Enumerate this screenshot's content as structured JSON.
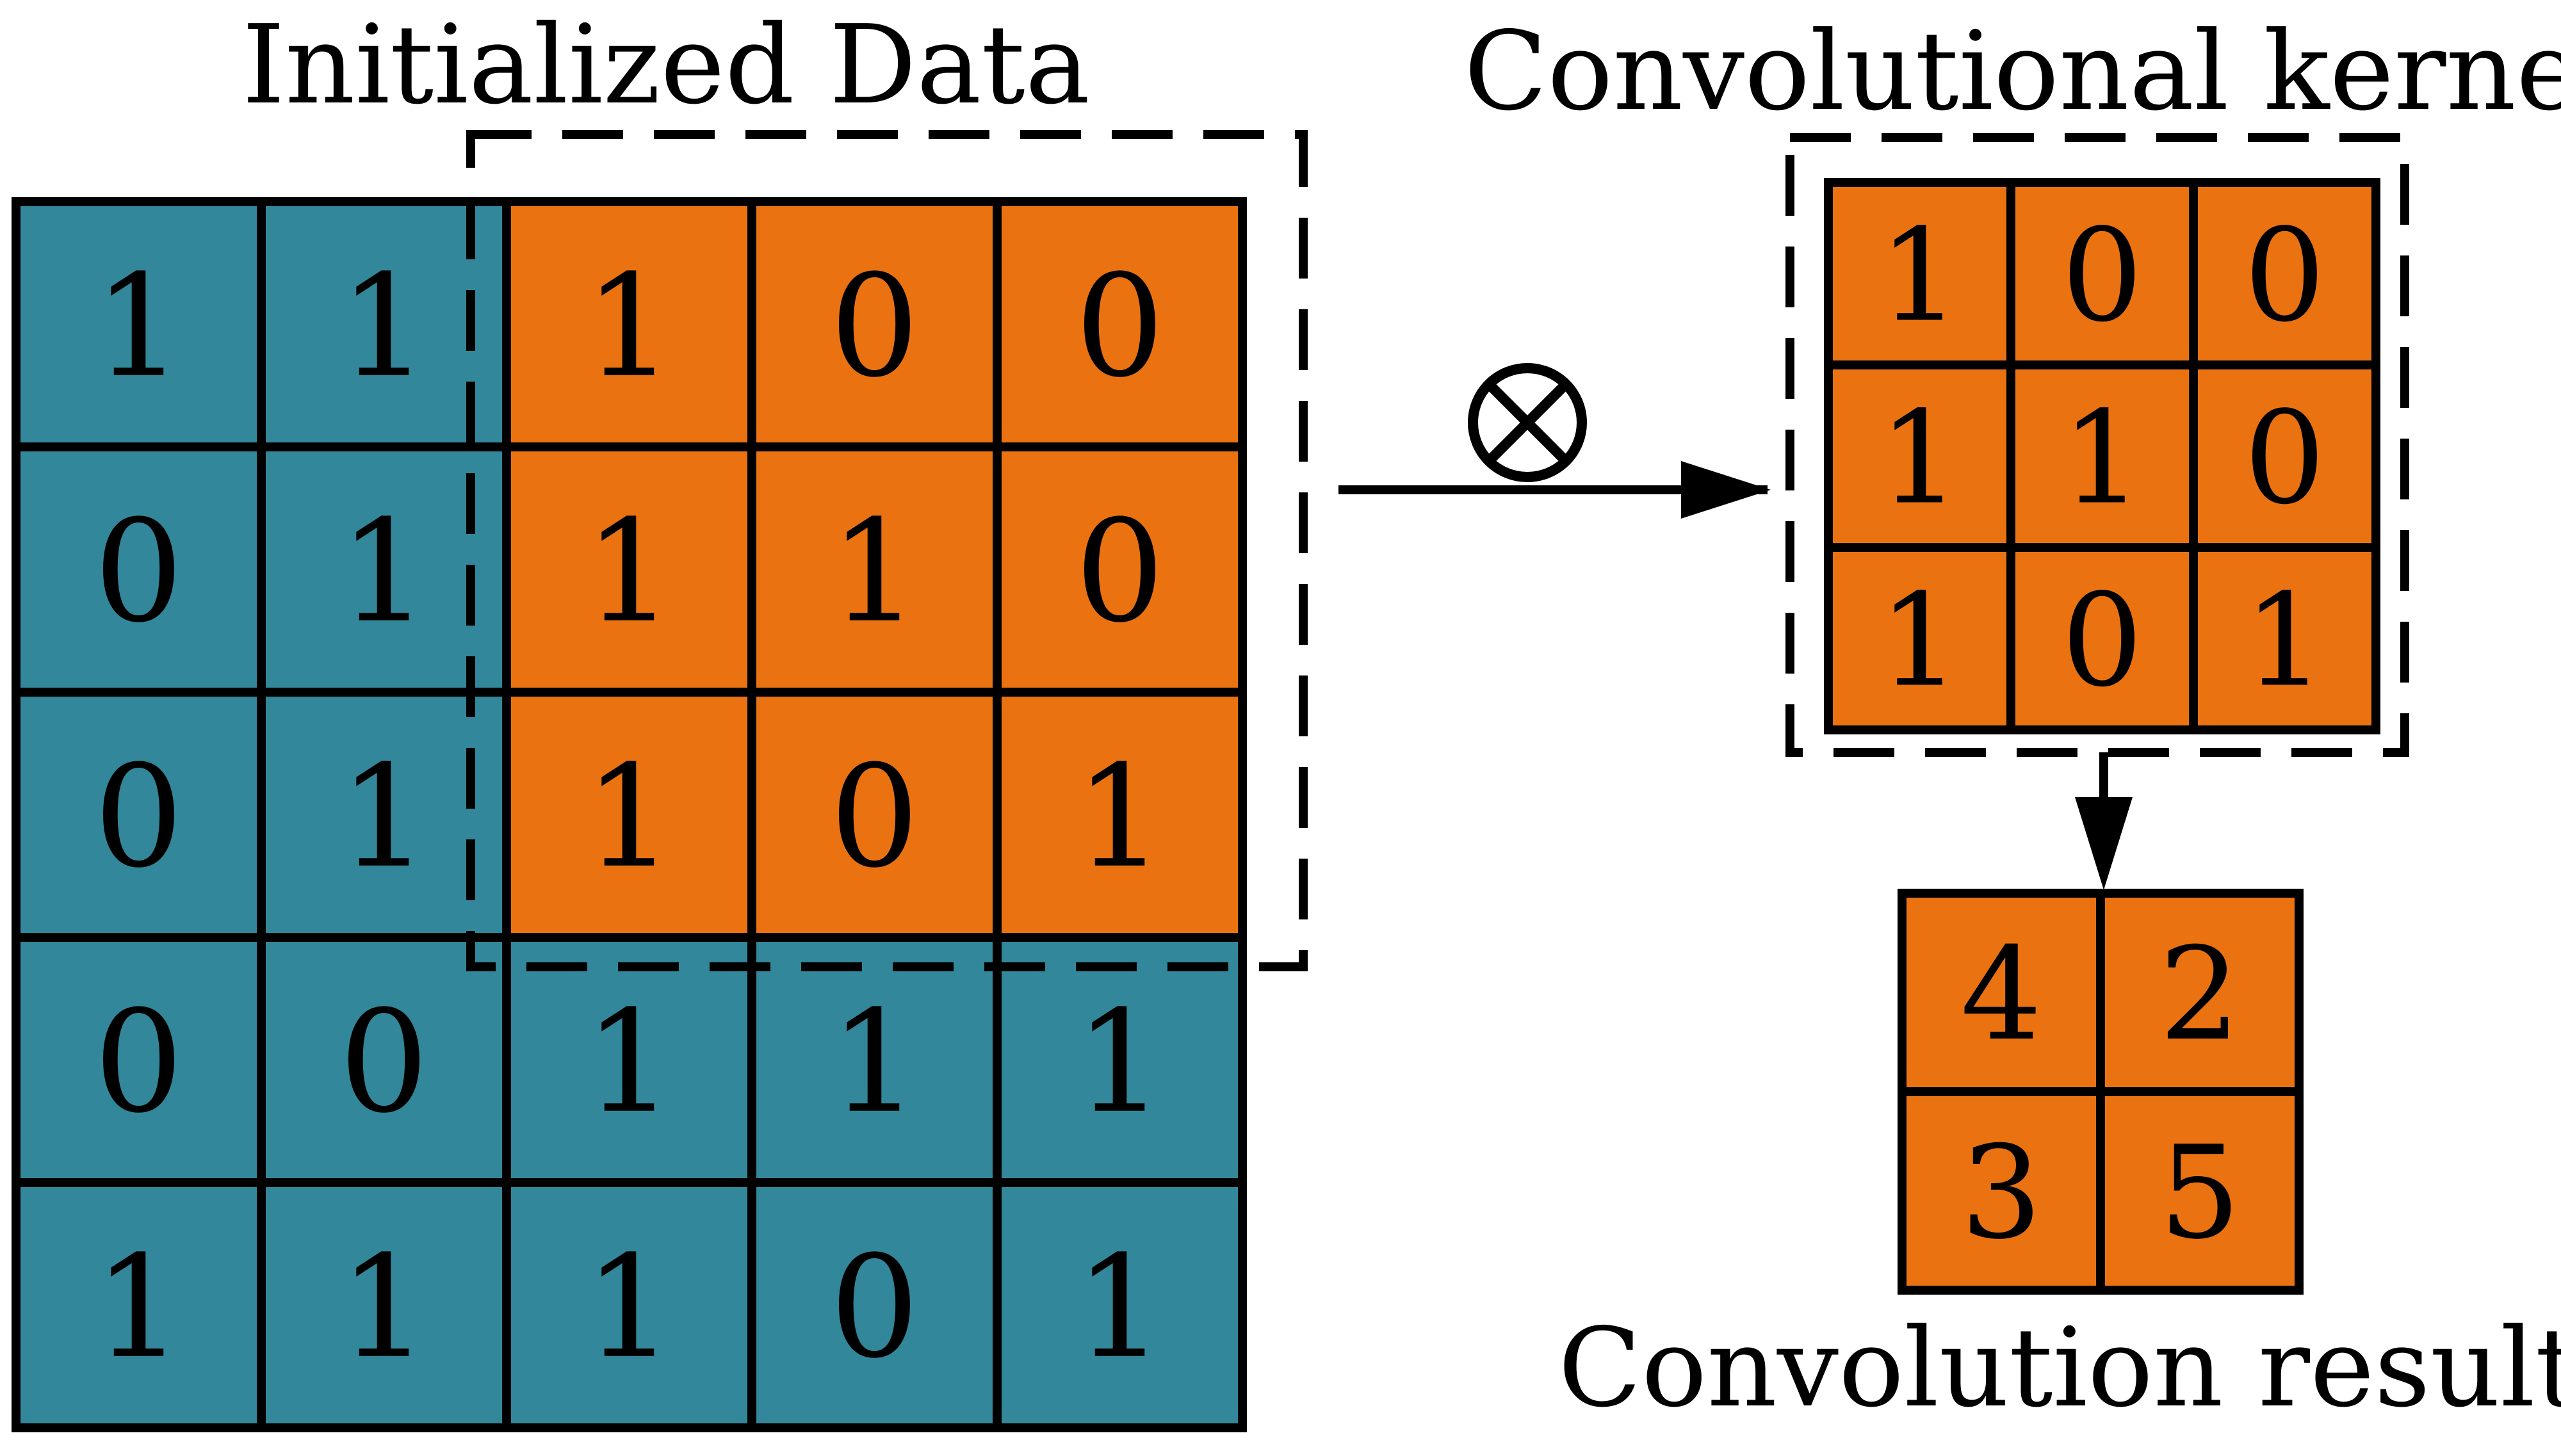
{
  "labels": {
    "initialized_data": "Initialized Data",
    "convolutional_kernel": "Convolutional kernel",
    "convolution_result": "Convolution result",
    "operator_symbol": "⊗"
  },
  "colors": {
    "teal": "#32879A",
    "orange": "#EB7211",
    "line": "#000000",
    "background": "#FFFFFF"
  },
  "input_grid": {
    "rows": [
      [
        "1",
        "1",
        "1",
        "0",
        "0"
      ],
      [
        "0",
        "1",
        "1",
        "1",
        "0"
      ],
      [
        "0",
        "1",
        "1",
        "0",
        "1"
      ],
      [
        "0",
        "0",
        "1",
        "1",
        "1"
      ],
      [
        "1",
        "1",
        "1",
        "0",
        "1"
      ]
    ],
    "highlight": {
      "row_start": 0,
      "row_end": 2,
      "col_start": 2,
      "col_end": 4
    }
  },
  "kernel_grid": {
    "rows": [
      [
        "1",
        "0",
        "0"
      ],
      [
        "1",
        "1",
        "0"
      ],
      [
        "1",
        "0",
        "1"
      ]
    ]
  },
  "result_grid": {
    "rows": [
      [
        "4",
        "2"
      ],
      [
        "3",
        "5"
      ]
    ]
  }
}
